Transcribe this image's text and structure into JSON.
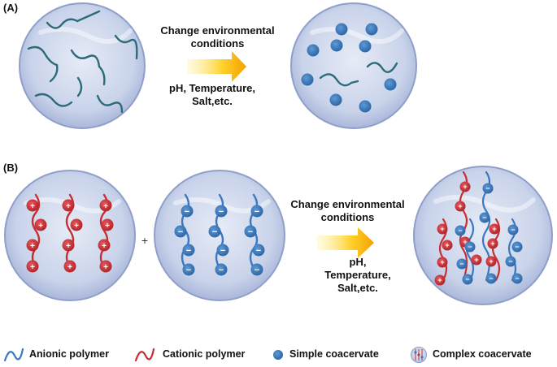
{
  "panels": {
    "A": {
      "label": "(A)",
      "arrow_top": "Change environmental conditions",
      "arrow_bottom": "pH, Temperature, Salt,etc."
    },
    "B": {
      "label": "(B)",
      "plus": "+",
      "arrow_top": "Change environmental conditions",
      "arrow_bottom": "pH, Temperature, Salt,etc."
    }
  },
  "charges": {
    "positive": "+",
    "negative": "−"
  },
  "legend": {
    "anionic": "Anionic polymer",
    "cationic": "Cationic polymer",
    "simple": "Simple coacervate",
    "complex": "Complex coacervate"
  },
  "colors": {
    "dish_fill": "#c9d3ea",
    "dish_edge": "#8f9fc9",
    "teal_polymer": "#2e6b7a",
    "coacervate_blue": "#3a7cbf",
    "cationic_red": "#c62f33",
    "anionic_blue": "#3b78c2",
    "arrow_start": "#fff3a0",
    "arrow_end": "#f4a100"
  }
}
